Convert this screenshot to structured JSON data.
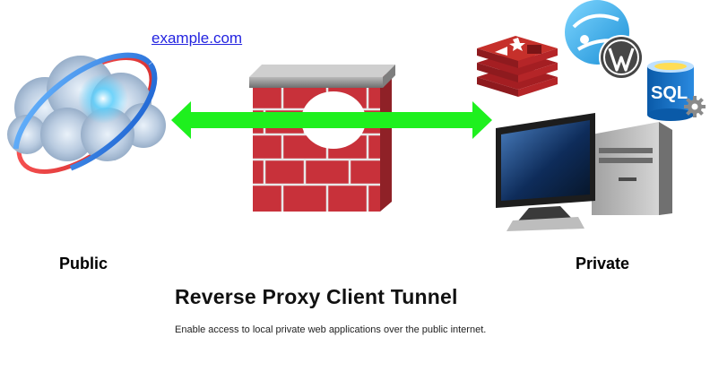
{
  "link": {
    "text": "example.com"
  },
  "labels": {
    "public": "Public",
    "private": "Private"
  },
  "title": "Reverse Proxy Client Tunnel",
  "description": "Enable access to local private web applications over the public internet.",
  "icons": {
    "cloud": "internet-cloud-icon",
    "firewall": "brick-firewall-icon",
    "arrow": "bidirectional-arrow-icon",
    "computer": "desktop-computer-icon",
    "redis": "redis-icon",
    "wordpress": "wordpress-icon",
    "sql": "sql-database-icon",
    "azure": "azure-app-icon"
  },
  "sql_label": "SQL",
  "colors": {
    "arrow": "#1ef01e",
    "brick": "#c8313a",
    "link": "#2323e0",
    "redis": "#c6302b",
    "sql": "#0072c6"
  }
}
